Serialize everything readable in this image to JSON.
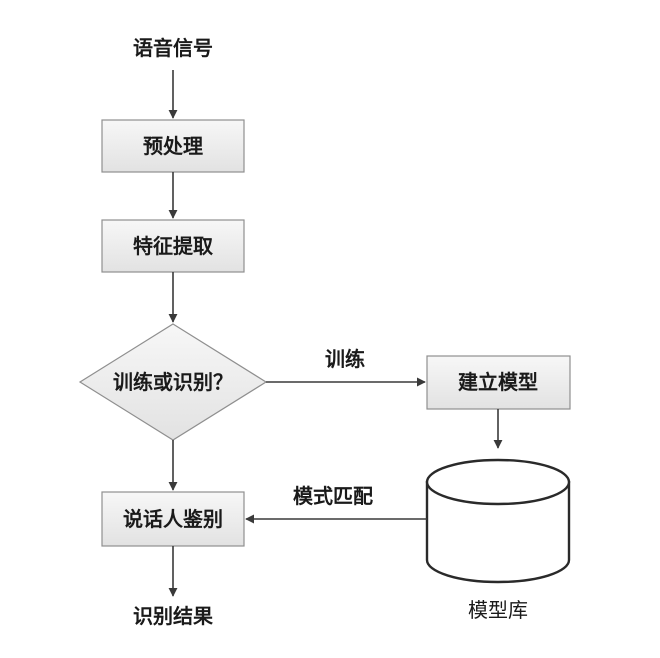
{
  "nodes": {
    "input": "语音信号",
    "preprocess": "预处理",
    "feature": "特征提取",
    "decision": "训练或识别？",
    "build_model": "建立模型",
    "identify": "说话人鉴别",
    "result": "识别结果",
    "model_db": "模型库"
  },
  "edges": {
    "train": "训练",
    "match": "模式匹配"
  }
}
